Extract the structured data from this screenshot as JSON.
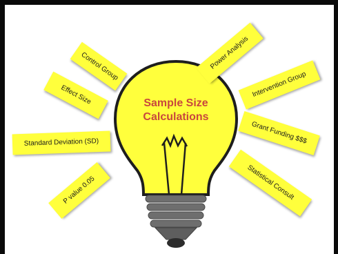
{
  "center": {
    "line1": "Sample Size",
    "line2": "Calculations"
  },
  "labels": {
    "control_group": "Control Group",
    "effect_size": "Effect Size",
    "standard_deviation": "Standard Deviation (SD)",
    "p_value": "P value 0.05",
    "power_analysis": "Power Analysis",
    "intervention_group": "Intervention Group",
    "grant_funding": "Grant Funding $$$",
    "statistical_consult": "Statistical Consult"
  },
  "colors": {
    "bulb_fill": "#ffff3c",
    "label_fill": "#ffff3c",
    "title_text": "#c8473d",
    "base_metal": "#6e6e6e",
    "border": "#0a0a0a"
  },
  "icons": [
    "light-bulb-icon"
  ]
}
